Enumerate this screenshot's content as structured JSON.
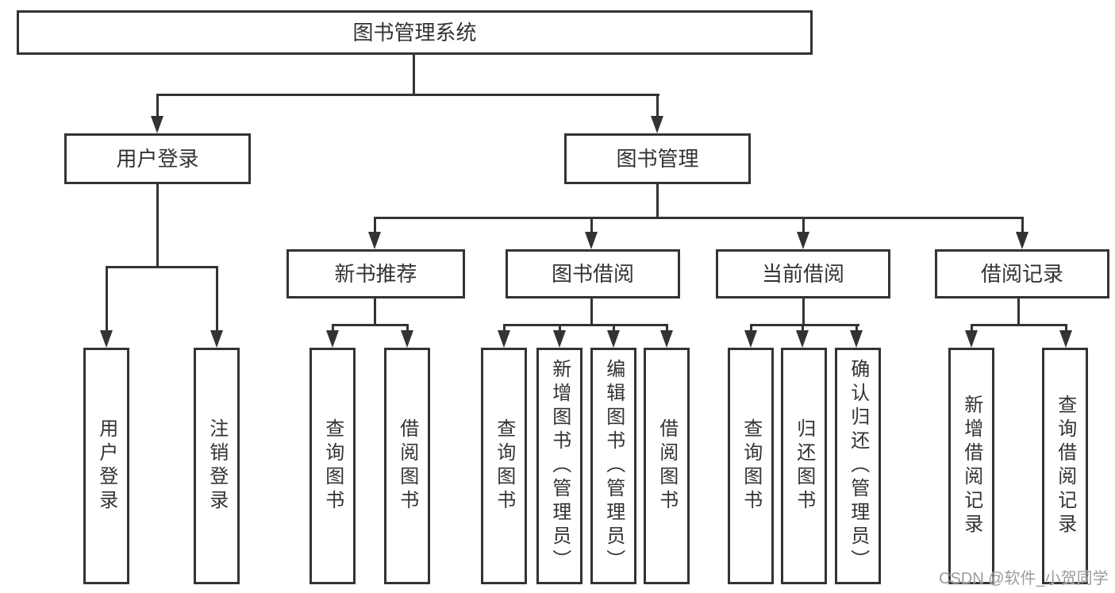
{
  "colors": {
    "line": "#333333",
    "text": "#333333",
    "box_bg": "#ffffff",
    "watermark": "#9c9c9c"
  },
  "tree": {
    "label": "图书管理系统",
    "children": [
      {
        "label": "用户登录",
        "children": [
          {
            "label": "用户登录"
          },
          {
            "label": "注销登录"
          }
        ]
      },
      {
        "label": "图书管理",
        "children": [
          {
            "label": "新书推荐",
            "children": [
              {
                "label": "查询图书"
              },
              {
                "label": "借阅图书"
              }
            ]
          },
          {
            "label": "图书借阅",
            "children": [
              {
                "label": "查询图书"
              },
              {
                "label": "新增图书（管理员）"
              },
              {
                "label": "编辑图书（管理员）"
              },
              {
                "label": "借阅图书"
              }
            ]
          },
          {
            "label": "当前借阅",
            "children": [
              {
                "label": "查询图书"
              },
              {
                "label": "归还图书"
              },
              {
                "label": "确认归还（管理员）"
              }
            ]
          },
          {
            "label": "借阅记录",
            "children": [
              {
                "label": "新增借阅记录"
              },
              {
                "label": "查询借阅记录"
              }
            ]
          }
        ]
      }
    ]
  },
  "watermark": {
    "text": "CSDN @软件_小贺同学"
  }
}
